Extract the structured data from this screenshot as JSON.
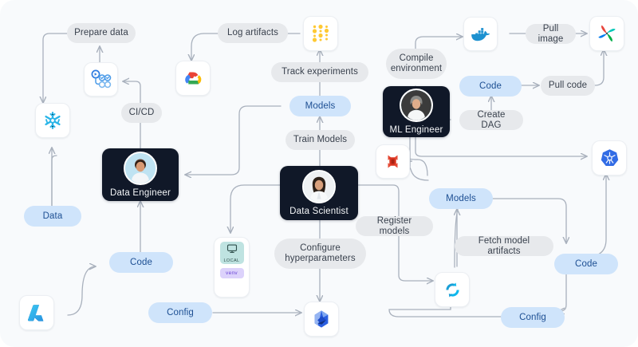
{
  "diagram": {
    "title": "MLOps personas and tooling flow",
    "background": "#f8fafc",
    "colors": {
      "pill_grey_bg": "#e7e9ec",
      "pill_grey_text": "#39414d",
      "pill_blue_bg": "#cfe4fb",
      "pill_blue_text": "#1d4f93",
      "persona_bg": "#101828",
      "persona_text": "#f4f6f8",
      "edge": "#a9b1bd"
    }
  },
  "personas": [
    {
      "id": "data-engineer",
      "label": "Data Engineer",
      "avatar": "male-avatar"
    },
    {
      "id": "data-scientist",
      "label": "Data Scientist",
      "avatar": "female-avatar"
    },
    {
      "id": "ml-engineer",
      "label": "ML Engineer",
      "avatar": "male-avatar-2"
    }
  ],
  "labels": [
    {
      "id": "prepare-data",
      "text": "Prepare data",
      "style": "grey"
    },
    {
      "id": "ci-cd",
      "text": "CI/CD",
      "style": "grey"
    },
    {
      "id": "data",
      "text": "Data",
      "style": "blue"
    },
    {
      "id": "code-left",
      "text": "Code",
      "style": "blue"
    },
    {
      "id": "log-artifacts",
      "text": "Log artifacts",
      "style": "grey"
    },
    {
      "id": "track-experiments",
      "text": "Track experiments",
      "style": "grey"
    },
    {
      "id": "models-center",
      "text": "Models",
      "style": "blue"
    },
    {
      "id": "train-models",
      "text": "Train Models",
      "style": "grey"
    },
    {
      "id": "configure-hyperparameters",
      "text": "Configure\nhyperparameters",
      "style": "grey"
    },
    {
      "id": "config-bottom-left",
      "text": "Config",
      "style": "blue"
    },
    {
      "id": "register-models",
      "text": "Register models",
      "style": "grey"
    },
    {
      "id": "compile-environment",
      "text": "Compile\nenvironment",
      "style": "grey"
    },
    {
      "id": "pull-image",
      "text": "Pull image",
      "style": "grey"
    },
    {
      "id": "code-top-right",
      "text": "Code",
      "style": "blue"
    },
    {
      "id": "pull-code",
      "text": "Pull code",
      "style": "grey"
    },
    {
      "id": "create-dag",
      "text": "Create DAG",
      "style": "grey"
    },
    {
      "id": "models-right",
      "text": "Models",
      "style": "blue"
    },
    {
      "id": "fetch-model-artifacts",
      "text": "Fetch model artifacts",
      "style": "grey"
    },
    {
      "id": "code-bottom-right",
      "text": "Code",
      "style": "blue"
    },
    {
      "id": "config-bottom-right",
      "text": "Config",
      "style": "blue"
    }
  ],
  "tools": [
    {
      "id": "azure-pipelines",
      "icon": "azure-pipelines-icon"
    },
    {
      "id": "snowflake",
      "icon": "snowflake-icon"
    },
    {
      "id": "azure",
      "icon": "azure-icon"
    },
    {
      "id": "google-cloud",
      "icon": "google-cloud-icon"
    },
    {
      "id": "weights-biases",
      "icon": "weights-and-biases-icon"
    },
    {
      "id": "mlflow",
      "icon": "mlflow-icon"
    },
    {
      "id": "docker",
      "icon": "docker-icon"
    },
    {
      "id": "airflow",
      "icon": "airflow-icon"
    },
    {
      "id": "kubernetes",
      "icon": "kubernetes-icon"
    },
    {
      "id": "argocd",
      "icon": "argocd-icon"
    },
    {
      "id": "kedro",
      "icon": "kedro-icon"
    }
  ],
  "local_card": {
    "id": "local-environment-card",
    "primary_label": "LOCAL",
    "secondary_label": "venv",
    "primary_icon": "monitor-icon"
  }
}
